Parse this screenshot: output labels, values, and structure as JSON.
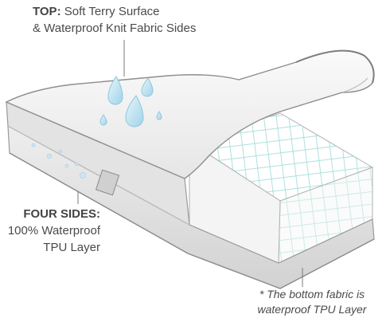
{
  "callouts": {
    "top": {
      "label": "TOP:",
      "line1": "Soft Terry Surface",
      "line2": "& Waterproof Knit Fabric Sides"
    },
    "sides": {
      "label": "FOUR SIDES:",
      "line1": "100% Waterproof",
      "line2": "TPU Layer"
    },
    "bottom": {
      "line1": "* The bottom fabric is",
      "line2": "waterproof TPU Layer"
    }
  },
  "colors": {
    "protector": "#f2f2f2",
    "protector_shadow": "#d6d6d6",
    "outline": "#9a9a9a",
    "quilt": "#8fd1cf",
    "drop": "#bfe3f0",
    "text": "#4a4a4a"
  }
}
